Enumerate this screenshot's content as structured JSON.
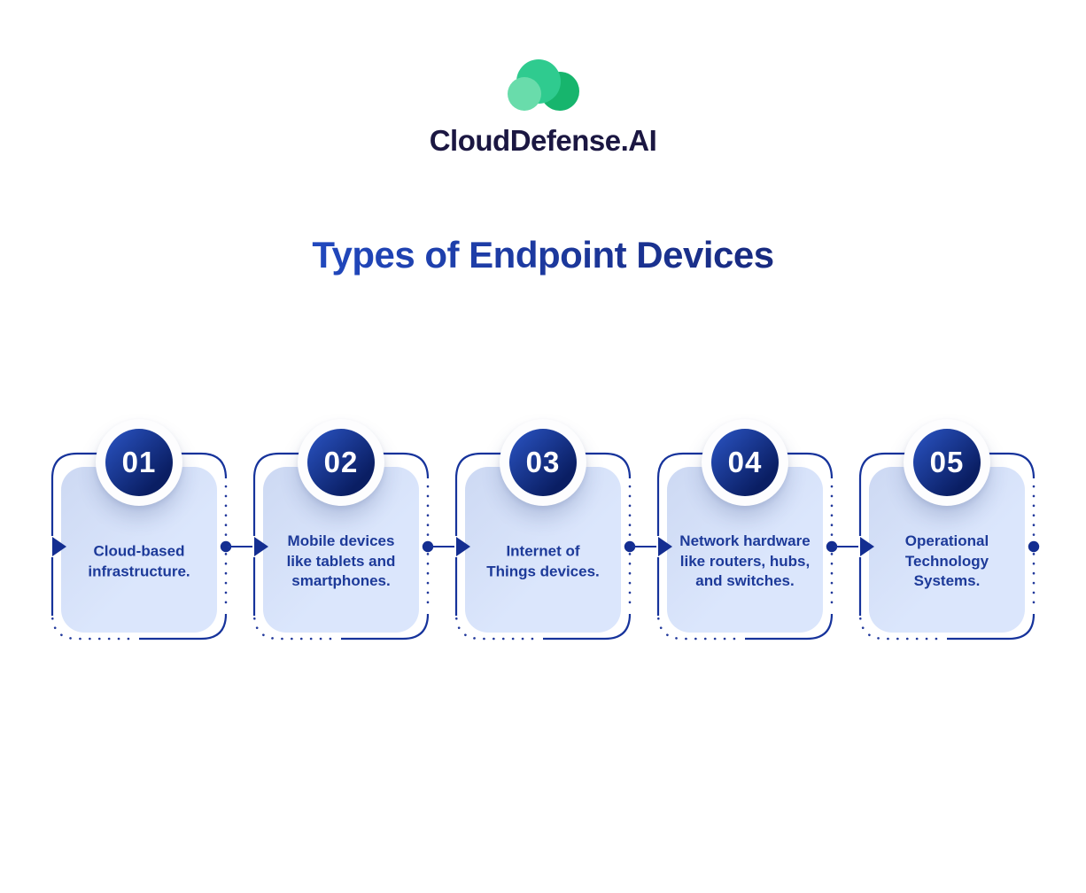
{
  "logo": {
    "brand": "CloudDefense.AI",
    "cloud_icon": "three overlapping green cloud circles"
  },
  "title": {
    "text": "Types of Endpoint Devices"
  },
  "steps": [
    {
      "number": "01",
      "text": "Cloud-based\ninfrastructure."
    },
    {
      "number": "02",
      "text": "Mobile devices\nlike tablets and\nsmartphones."
    },
    {
      "number": "03",
      "text": "Internet of\nThings devices."
    },
    {
      "number": "04",
      "text": "Network hardware\nlike routers, hubs,\nand switches."
    },
    {
      "number": "05",
      "text": "Operational\nTechnology\nSystems."
    }
  ],
  "colors": {
    "line_blue": "#16339b",
    "dot_blue": "#21389b",
    "arrow_blue": "#142e91",
    "text_blue": "#1d3a99",
    "card_from": "#cdd9f3",
    "card_to": "#dbe6fc",
    "badge_from": "#2b55c5",
    "badge_to": "#0a1e63",
    "badge_ring": "#fdfdfe",
    "title_from": "#2452d2",
    "title_to": "#15206b",
    "brand_navy": "#1b1742",
    "green_dark": "#17b56d",
    "green_main": "#2fcb8f",
    "green_light": "#69dcab"
  }
}
